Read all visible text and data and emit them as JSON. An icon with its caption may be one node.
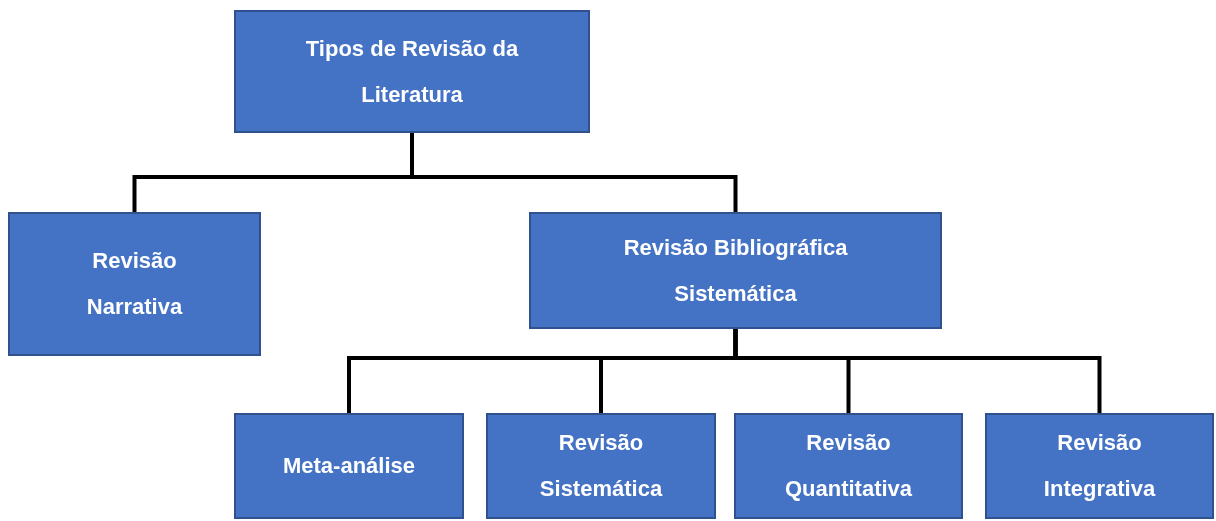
{
  "diagram": {
    "nodes": [
      {
        "text": [
          "Tipos de Revisão da Literatura"
        ]
      },
      {
        "text": [
          "Revisão Narrativa"
        ]
      },
      {
        "text": [
          "Revisão Bibliográfica Sistemática"
        ]
      },
      {
        "text": [
          "Meta-análise"
        ]
      },
      {
        "text": [
          "Revisão Sistemática"
        ]
      },
      {
        "text": [
          "Revisão Quantitativa"
        ]
      },
      {
        "text": [
          "Revisão Integrativa"
        ]
      }
    ],
    "edges": [
      {
        "from": 0,
        "to": 1,
        "arrow": "none"
      },
      {
        "from": 0,
        "to": 2,
        "arrow": "none"
      },
      {
        "from": 2,
        "to": 3,
        "arrow": "none"
      },
      {
        "from": 2,
        "to": 4,
        "arrow": "none"
      },
      {
        "from": 2,
        "to": 5,
        "arrow": "none"
      },
      {
        "from": 2,
        "to": 6,
        "arrow": "none"
      }
    ]
  }
}
